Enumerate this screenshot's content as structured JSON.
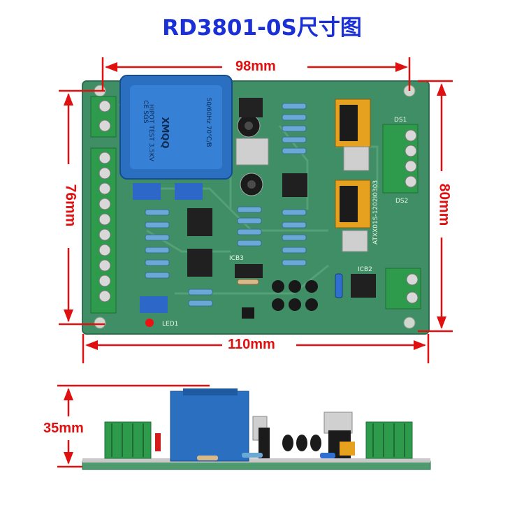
{
  "title": "RD3801-0S尺寸图",
  "dimensions": {
    "top_width": "98mm",
    "bottom_width": "110mm",
    "left_height": "76mm",
    "right_height": "80mm",
    "side_height": "35mm"
  },
  "board_labels": {
    "transformer_brand": "XMQQ",
    "transformer_rating": "50/60Hz 70℃/B",
    "transformer_test": "HIPOT TEST 3.5KV",
    "transformer_cert": "CE SGS",
    "board_code": "ATXX01S-1202I0303",
    "led_label": "LED1",
    "ic_label_1": "ICB2",
    "ic_label_2": "DS1",
    "ic_label_3": "DS2",
    "ic_label_4": "ICB3"
  },
  "colors": {
    "title": "#1a2fd6",
    "dimension": "#e01010",
    "pcb": "#3f8e66",
    "terminal": "#2e9a4c",
    "transformer": "#2a6fc0"
  }
}
